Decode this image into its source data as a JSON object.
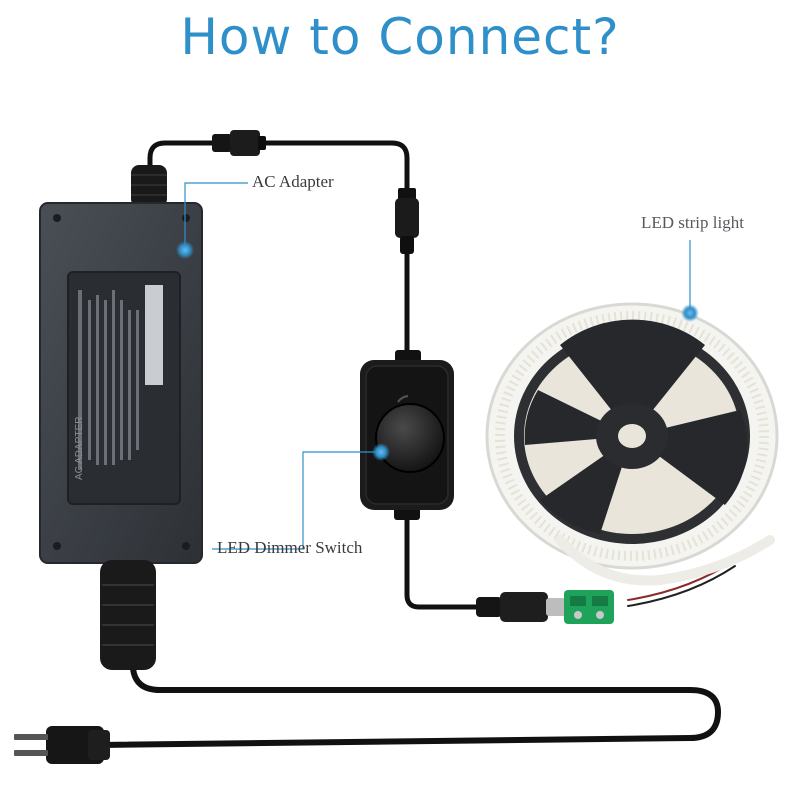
{
  "title": "How to Connect?",
  "callouts": {
    "ac_adapter": "AC Adapter",
    "led_strip": "LED strip light",
    "dimmer": "LED Dimmer Switch"
  },
  "adapter_label": {
    "brand_line": "AC ADAPTER"
  },
  "colors": {
    "title": "#2f8fc8",
    "callout_line": "#2f8fc8",
    "dot": "#2f8fc8",
    "device": "#3b3f45",
    "cable": "#111111"
  }
}
